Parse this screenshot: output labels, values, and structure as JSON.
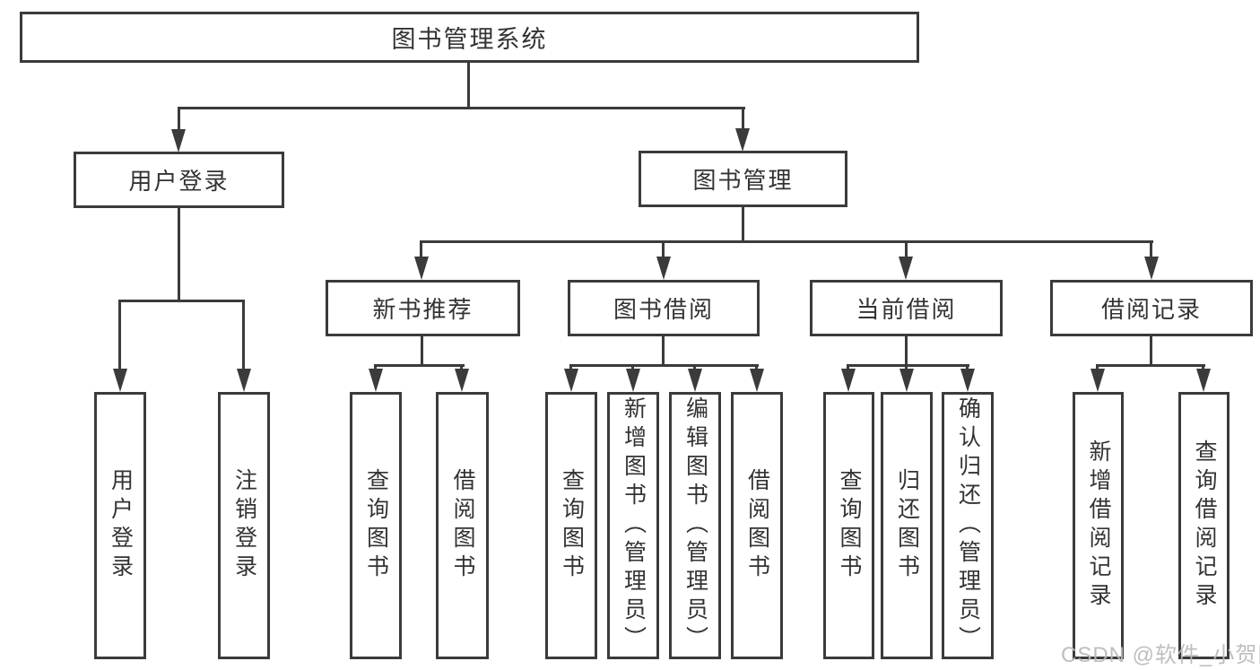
{
  "diagram_type": "hierarchy-chart",
  "tree": {
    "root": {
      "label": "图书管理系统",
      "children": [
        {
          "label": "用户登录",
          "children": [
            {
              "label": "用户登录"
            },
            {
              "label": "注销登录"
            }
          ]
        },
        {
          "label": "图书管理",
          "children": [
            {
              "label": "新书推荐",
              "children": [
                {
                  "label": "查询图书"
                },
                {
                  "label": "借阅图书"
                }
              ]
            },
            {
              "label": "图书借阅",
              "children": [
                {
                  "label": "查询图书"
                },
                {
                  "label": "新增图书（管理员）"
                },
                {
                  "label": "编辑图书（管理员）"
                },
                {
                  "label": "借阅图书"
                }
              ]
            },
            {
              "label": "当前借阅",
              "children": [
                {
                  "label": "查询图书"
                },
                {
                  "label": "归还图书"
                },
                {
                  "label": "确认归还（管理员）"
                }
              ]
            },
            {
              "label": "借阅记录",
              "children": [
                {
                  "label": "新增借阅记录"
                },
                {
                  "label": "查询借阅记录"
                }
              ]
            }
          ]
        }
      ]
    }
  },
  "watermark": {
    "text": "CSDN @软件_小贺同学"
  },
  "colors": {
    "line": "#3b3b3b",
    "text": "#333333",
    "background": "#ffffff",
    "watermark": "#b9b9b9"
  }
}
